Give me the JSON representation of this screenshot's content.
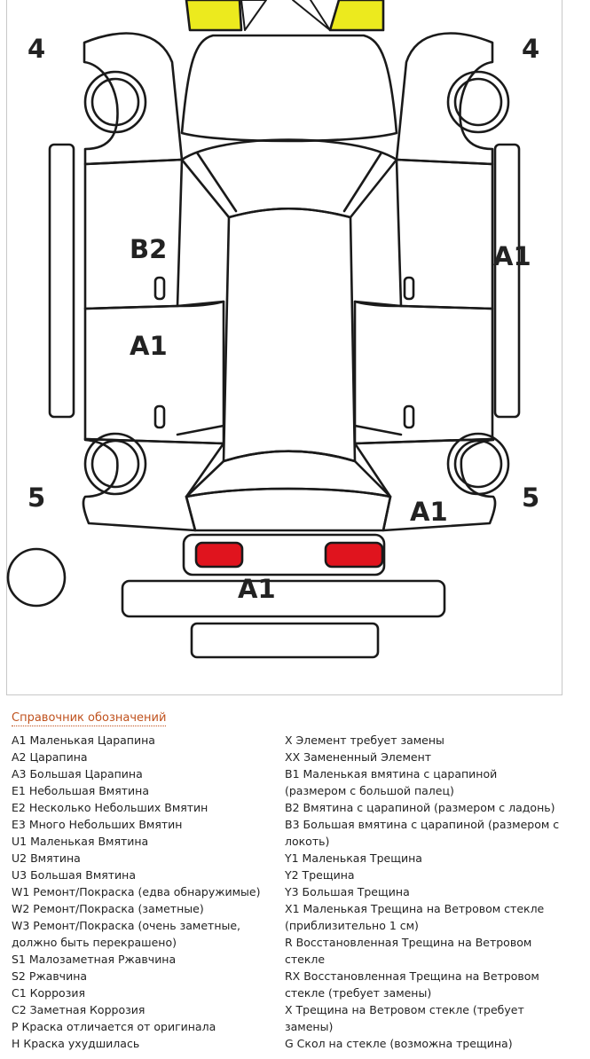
{
  "diagram": {
    "markers": {
      "corner_front_left": "4",
      "corner_front_right": "4",
      "corner_rear_left": "5",
      "corner_rear_right": "5",
      "left_front_door": "B2",
      "left_rear_door": "A1",
      "right_front_door": "A1",
      "right_rear_quarter": "A1",
      "rear_bumper": "A1"
    },
    "colors": {
      "front_highlight": "#ecea1e",
      "tail_lights": "#e0141e",
      "outline": "#1a1a1a"
    }
  },
  "legend": {
    "title": "Справочник обозначений",
    "left": [
      "A1 Маленькая Царапина",
      "A2 Царапина",
      "A3 Большая Царапина",
      "E1 Небольшая Вмятина",
      "E2 Несколько Небольших Вмятин",
      "E3 Много Небольших Вмятин",
      "U1 Маленькая Вмятина",
      "U2 Вмятина",
      "U3 Большая Вмятина",
      "W1 Ремонт/Покраска (едва обнаружимые)",
      "W2 Ремонт/Покраска (заметные)",
      "W3 Ремонт/Покраска (очень заметные, должно быть перекрашено)",
      "S1 Малозаметная Ржавчина",
      "S2 Ржавчина",
      "C1 Коррозия",
      "C2 Заметная Коррозия",
      "P Краска отличается от оригинала",
      "H Краска ухудшилась"
    ],
    "right": [
      "X Элемент требует замены",
      "XX Замененный Элемент",
      "B1 Маленькая вмятина с царапиной (размером с большой палец)",
      "B2 Вмятина с царапиной (размером с ладонь)",
      "B3 Большая вмятина с царапиной (размером с локоть)",
      "Y1 Маленькая Трещина",
      "Y2 Трещина",
      "Y3 Большая Трещина",
      "X1 Маленькая Трещина на Ветровом стекле (приблизительно 1 см)",
      "R Восстановленная Трещина на Ветровом стекле",
      "RX Восстановленная Трещина на Ветровом стекле (требует замены)",
      "X Трещина на Ветровом стекле (требует замены)",
      "G Скол на стекле (возможна трещина)"
    ]
  }
}
